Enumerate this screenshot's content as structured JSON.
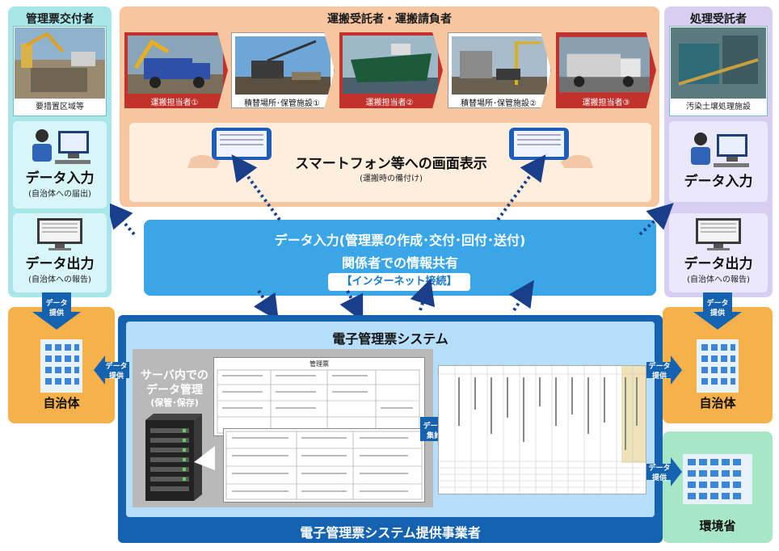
{
  "issuer": {
    "title": "管理票交付者",
    "photo_caption": "要措置区域等",
    "input_title": "データ入力",
    "input_note": "(自治体への届出)",
    "output_title": "データ出力",
    "output_note": "(自治体への報告)"
  },
  "carrier": {
    "title": "運搬受託者・運搬請負者",
    "steps": [
      {
        "caption": "運搬担当者①"
      },
      {
        "caption": "積替場所･保管施設①"
      },
      {
        "caption": "運搬担当者②"
      },
      {
        "caption": "積替場所･保管施設②"
      },
      {
        "caption": "運搬担当者③"
      }
    ],
    "smartphone_title": "スマートフォン等への画面表示",
    "smartphone_note": "(運搬時の備付け)"
  },
  "processor": {
    "title": "処理受託者",
    "photo_caption": "汚染土壌処理施設",
    "input_title": "データ入力",
    "output_title": "データ出力",
    "output_note": "(自治体への報告)"
  },
  "center": {
    "line1": "データ入力(管理票の作成･交付･回付･送付)",
    "line2": "関係者での情報共有",
    "internet": "【インターネット接続】"
  },
  "arrows": {
    "data_provide_top": "データ",
    "data_provide_bottom": "提供",
    "data_agg_top": "データ",
    "data_agg_bottom": "集計"
  },
  "municipality": {
    "label": "自治体"
  },
  "system": {
    "title": "電子管理票システム",
    "server_line1": "サーバ内での",
    "server_line2": "データ管理",
    "server_line3": "(保管･保存)",
    "provider": "電子管理票システム提供事業者",
    "form_title": "管理票"
  },
  "env": {
    "label": "環境省"
  },
  "colors": {
    "issuer_bg": "#a8e6ea",
    "carrier_bg": "#f7c6a0",
    "processor_bg": "#d6cff2",
    "center_bg": "#3aa6e8",
    "municipality_bg": "#f6b14a",
    "system_bg": "#1562b0",
    "env_bg": "#a8e6c8",
    "step_red": "#c0322b"
  },
  "icons": [
    "excavator-photo-icon",
    "truck-icon",
    "crane-icon",
    "ship-icon",
    "smartphone-icon",
    "computer-user-icon",
    "monitor-icon",
    "building-icon",
    "server-icon",
    "document-icon",
    "spreadsheet-icon"
  ]
}
